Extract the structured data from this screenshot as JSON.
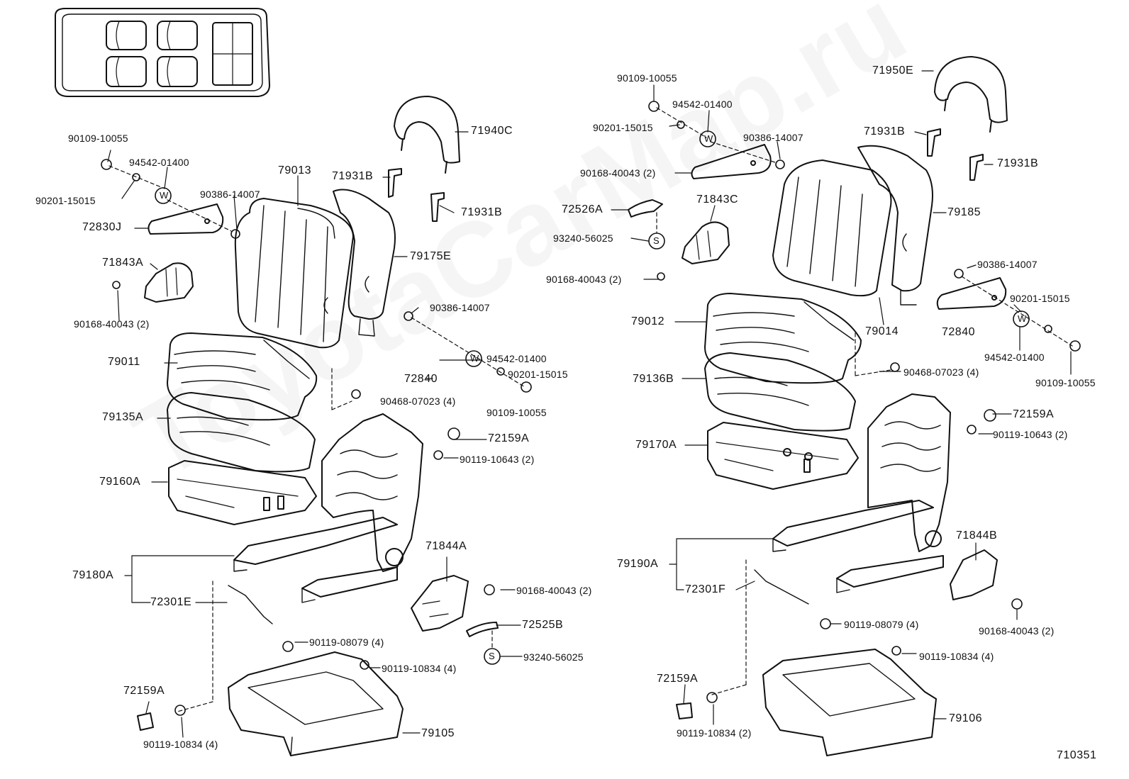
{
  "diagram_id": "710351",
  "left_seat": {
    "headrest": "71940C",
    "headrest_support_a": "71931B",
    "headrest_support_b": "71931B",
    "seatback_pad": "79013",
    "seatback_cover": "79175E",
    "armrest_bolt": "90109-10055",
    "armrest_plate": "94542-01400",
    "armrest_washer": "90201-15015",
    "armrest_nut": "90386-14007",
    "armrest": "72830J",
    "hinge_cover": "71843A",
    "hinge_screw": "90168-40043 (2)",
    "cushion_pad": "79011",
    "cushion_cover": "79135A",
    "cushion_frame": "79160A",
    "inner_nut": "90386-14007",
    "inner_armrest": "72840",
    "inner_plate": "94542-01400",
    "inner_washer": "90201-15015",
    "inner_bolt": "90109-10055",
    "hog_ring": "90468-07023 (4)",
    "knob": "72159A",
    "frame_bolt": "90119-10643 (2)",
    "adjuster": "79180A",
    "cable": "72301E",
    "shield": "71844A",
    "shield_screw": "90168-40043 (2)",
    "lever": "72525B",
    "lever_screw": "93240-56025",
    "track_bolt": "90119-08079 (4)",
    "leg_bolt": "90119-10834 (4)",
    "leg_knob": "72159A",
    "leg_bolt_lower": "90119-10834 (4)",
    "leg": "79105"
  },
  "right_seat": {
    "bolt_top": "90109-10055",
    "plate_top": "94542-01400",
    "washer_top": "90201-15015",
    "nut_top": "90386-14007",
    "screw_top": "90168-40043 (2)",
    "lever": "72526A",
    "hinge_cover": "71843C",
    "lever_screw": "93240-56025",
    "hinge_screw": "90168-40043 (2)",
    "headrest": "71950E",
    "headrest_support_a": "71931B",
    "headrest_support_b": "71931B",
    "seatback_cover": "79185",
    "seatback_pad": "79014",
    "nut_inner": "90386-14007",
    "washer_inner": "90201-15015",
    "armrest": "72840",
    "plate_inner": "94542-01400",
    "bolt_inner": "90109-10055",
    "cushion_pad": "79012",
    "cushion_cover": "79136B",
    "cushion_frame": "79170A",
    "hog_ring": "90468-07023 (4)",
    "knob": "72159A",
    "frame_bolt": "90119-10643 (2)",
    "adjuster": "79190A",
    "cable": "72301F",
    "shield": "71844B",
    "shield_screw": "90168-40043 (2)",
    "track_bolt": "90119-08079 (4)",
    "leg_bolt": "90119-10834 (4)",
    "leg_knob": "72159A",
    "leg_bolt_lower": "90119-10834 (2)",
    "leg": "79106"
  },
  "symbols": {
    "washer_letter": "W",
    "screw_letter": "S"
  },
  "watermark": "ToyotaCarMap.ru"
}
